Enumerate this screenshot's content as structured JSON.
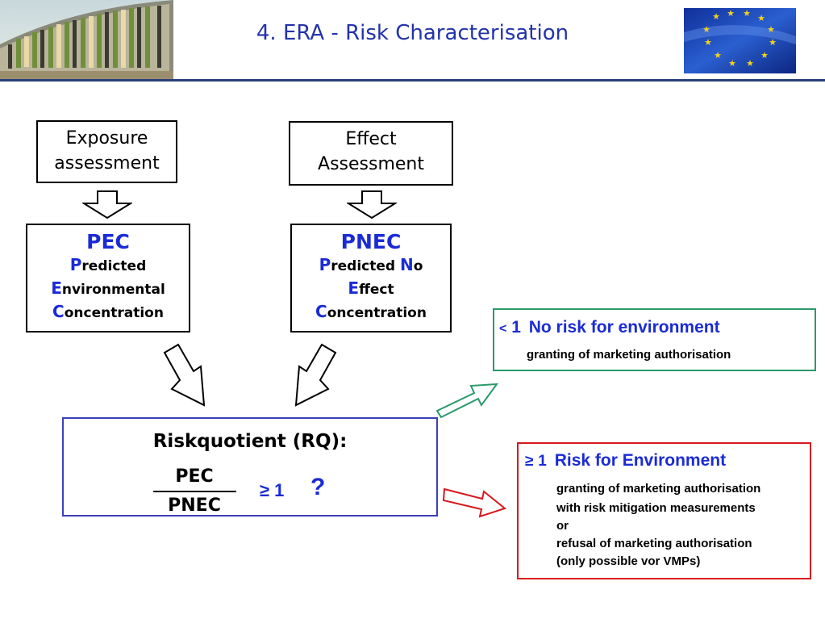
{
  "header": {
    "title": "4. ERA - Risk Characterisation",
    "rule_color": "#27407a"
  },
  "exposure_box": {
    "line1": "Exposure",
    "line2": "assessment"
  },
  "effect_box": {
    "line1": "Effect",
    "line2": "Assessment"
  },
  "pec_box": {
    "acronym": "PEC",
    "lines": [
      {
        "cap": "P",
        "rest": "redicted"
      },
      {
        "cap": "E",
        "rest": "nvironmental"
      },
      {
        "cap": "C",
        "rest": "oncentration"
      }
    ]
  },
  "pnec_box": {
    "acronym": "PNEC",
    "line1_cap": "P",
    "line1_rest": "redicted ",
    "line1_cap2": "N",
    "line1_rest2": "o",
    "line2_cap": "E",
    "line2_rest": "ffect",
    "line3_cap": "C",
    "line3_rest": "oncentration"
  },
  "rq_box": {
    "title": "Riskquotient (RQ):",
    "numerator": "PEC",
    "denominator": "PNEC",
    "comparison": "≥ 1",
    "question": "?"
  },
  "low_risk": {
    "operator": "<",
    "value": "1",
    "heading": "No risk for environment",
    "detail": "granting of marketing authorisation",
    "border_color": "#2a9a6a"
  },
  "high_risk": {
    "operator": "≥",
    "value": "1",
    "heading": "Risk for Environment",
    "details": [
      "granting of marketing authorisation",
      "with risk mitigation measurements",
      "or",
      "refusal of marketing authorisation",
      "(only possible vor VMPs)"
    ],
    "border_color": "#d8181d"
  },
  "colors": {
    "accent_blue": "#1a2bd6",
    "title_blue": "#2233aa"
  }
}
